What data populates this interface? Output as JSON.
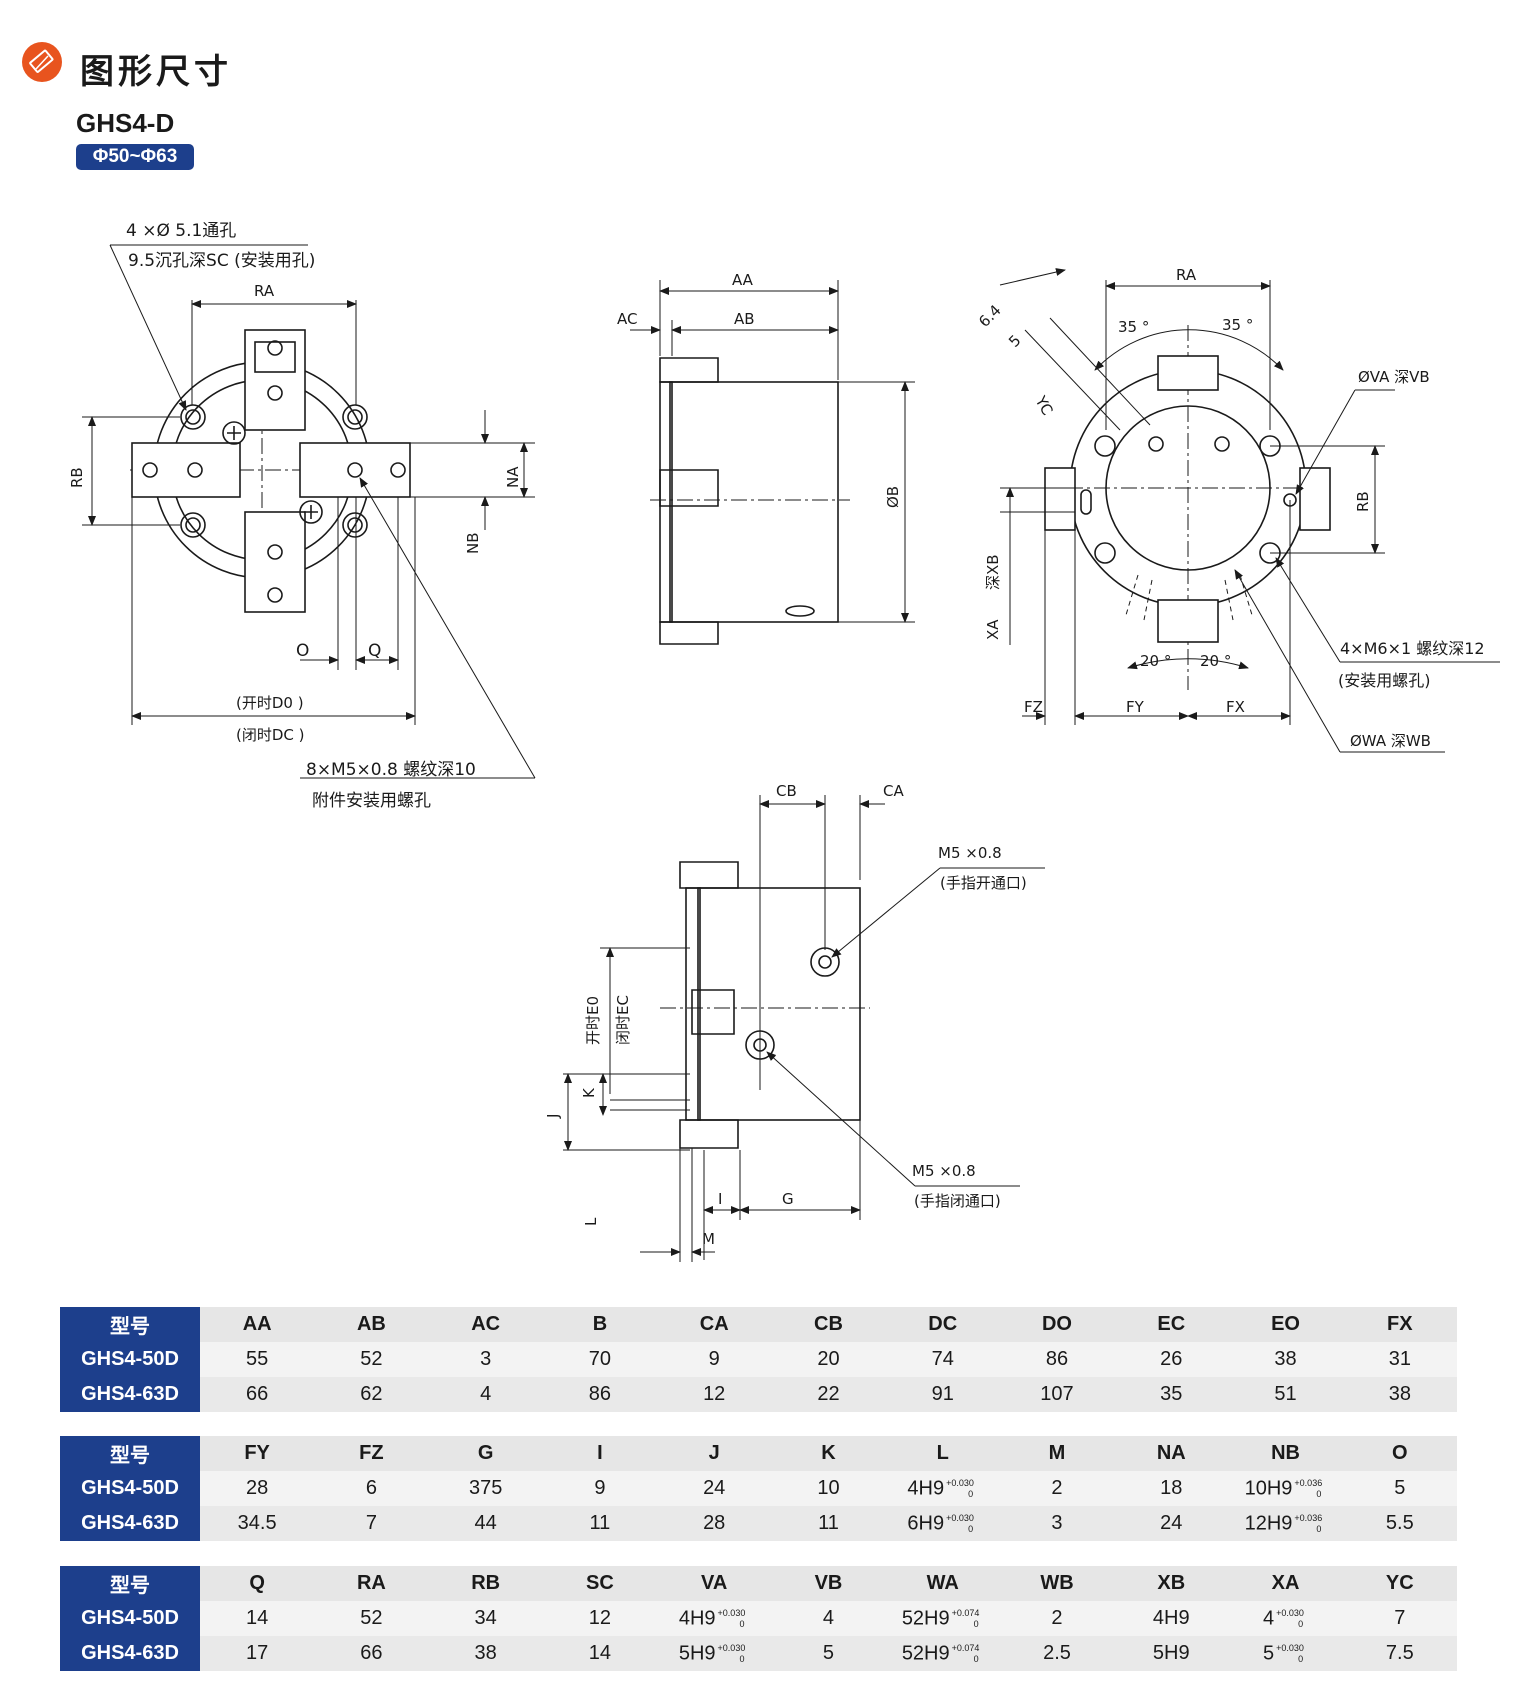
{
  "header": {
    "title": "图形尺寸",
    "model": "GHS4-D",
    "bore": "Φ50~Φ63"
  },
  "drawing_labels": {
    "front": {
      "hole_note_1": "4 ×Ø 5.1通孔",
      "hole_note_2": "9.5沉孔深SC (安装用孔)",
      "ra": "RA",
      "rb": "RB",
      "na": "NA",
      "nb": "NB",
      "o": "O",
      "q": "Q",
      "do": "(开时D0 )",
      "dc": "(闭时DC )",
      "thread_note_1": "8×M5×0.8 螺纹深10",
      "thread_note_2": "附件安装用螺孔"
    },
    "side": {
      "aa": "AA",
      "ac": "AC",
      "ab": "AB",
      "b": "ØB"
    },
    "back": {
      "ra": "RA",
      "d64": "6.4",
      "d5": "5",
      "a35a": "35 °",
      "a35b": "35 °",
      "va": "ØVA 深VB",
      "yc": "YC",
      "rb": "RB",
      "xa": "XA",
      "xb": "深XB",
      "a20a": "20 °",
      "a20b": "20 °",
      "m6_1": "4×M6×1 螺纹深12",
      "m6_2": "(安装用螺孔)",
      "fz": "FZ",
      "fy": "FY",
      "fx": "FX",
      "wa": "ØWA 深WB"
    },
    "section": {
      "cb": "CB",
      "ca": "CA",
      "p1a": "M5 ×0.8",
      "p1b": "(手指开通口)",
      "eo": "开时E0",
      "ec": "闭时EC",
      "k": "K",
      "j": "J",
      "p2a": "M5 ×0.8",
      "p2b": "(手指闭通口)",
      "i": "I",
      "g": "G",
      "l": "L",
      "m": "M"
    }
  },
  "tables": [
    {
      "header": [
        "型号",
        "AA",
        "AB",
        "AC",
        "B",
        "CA",
        "CB",
        "DC",
        "DO",
        "EC",
        "EO",
        "FX"
      ],
      "rows": [
        [
          "GHS4-50D",
          "55",
          "52",
          "3",
          "70",
          "9",
          "20",
          "74",
          "86",
          "26",
          "38",
          "31"
        ],
        [
          "GHS4-63D",
          "66",
          "62",
          "4",
          "86",
          "12",
          "22",
          "91",
          "107",
          "35",
          "51",
          "38"
        ]
      ]
    },
    {
      "header": [
        "型号",
        "FY",
        "FZ",
        "G",
        "I",
        "J",
        "K",
        "L",
        "M",
        "NA",
        "NB",
        "O"
      ],
      "rows": [
        [
          "GHS4-50D",
          "28",
          "6",
          "375",
          "9",
          "24",
          "10",
          "4H9",
          "2",
          "18",
          "10H9",
          "5"
        ],
        [
          "GHS4-63D",
          "34.5",
          "7",
          "44",
          "11",
          "28",
          "11",
          "6H9",
          "3",
          "24",
          "12H9",
          "5.5"
        ]
      ]
    },
    {
      "header": [
        "型号",
        "Q",
        "RA",
        "RB",
        "SC",
        "VA",
        "VB",
        "WA",
        "WB",
        "XB",
        "XA",
        "YC"
      ],
      "rows": [
        [
          "GHS4-50D",
          "14",
          "52",
          "34",
          "12",
          "4H9",
          "4",
          "52H9",
          "2",
          "4H9",
          "4",
          "7"
        ],
        [
          "GHS4-63D",
          "17",
          "66",
          "38",
          "14",
          "5H9",
          "5",
          "52H9",
          "2.5",
          "5H9",
          "5",
          "7.5"
        ]
      ]
    }
  ],
  "tolerances": {
    "L": {
      "upper": "+0.030",
      "lower": "0"
    },
    "NB": {
      "upper": "+0.036",
      "lower": "0"
    },
    "VA": {
      "upper": "+0.030",
      "lower": "0"
    },
    "WA": {
      "upper": "+0.074",
      "lower": "0"
    },
    "XA": {
      "upper": "+0.030",
      "lower": "0"
    }
  }
}
